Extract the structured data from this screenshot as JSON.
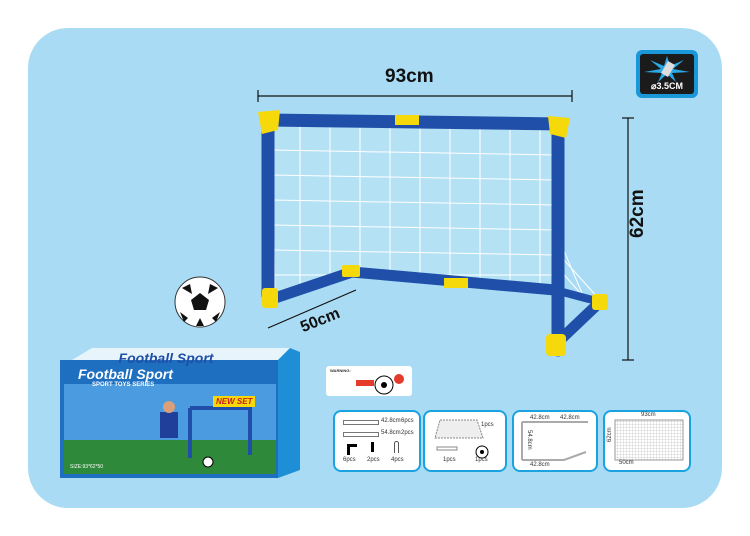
{
  "dimensions": {
    "width": "93cm",
    "height": "62cm",
    "depth": "50cm"
  },
  "badge": {
    "label": "⌀3.5CM",
    "icon": "pipe-end-icon"
  },
  "box": {
    "title": "Football Sport",
    "subtitle": "SPORT TOYS SERIES",
    "tag": "NEW SET",
    "size": "SIZE:93*62*50"
  },
  "warning": {
    "label": "WARNING:"
  },
  "parts": {
    "tube_long": "42.8cm",
    "tube_long_qty": "6pcs",
    "tube_short": "54.8cm",
    "tube_short_qty": "2pcs",
    "elbow_qty": "6pcs",
    "straight_qty": "2pcs",
    "peg_qty": "4pcs",
    "net_qty": "1pcs",
    "pump_qty": "1pcs",
    "ball_qty": "1pcs"
  },
  "assembly": {
    "top_left": "42.8cm",
    "top_right": "42.8cm",
    "side": "54.8cm",
    "bottom": "42.8cm"
  },
  "final": {
    "width": "93cm",
    "height": "62cm",
    "depth": "50cm"
  },
  "colors": {
    "background": "#a9dcf4",
    "frame": "#1f4fa8",
    "joint": "#f5d90a",
    "accent": "#1aa3e0"
  }
}
